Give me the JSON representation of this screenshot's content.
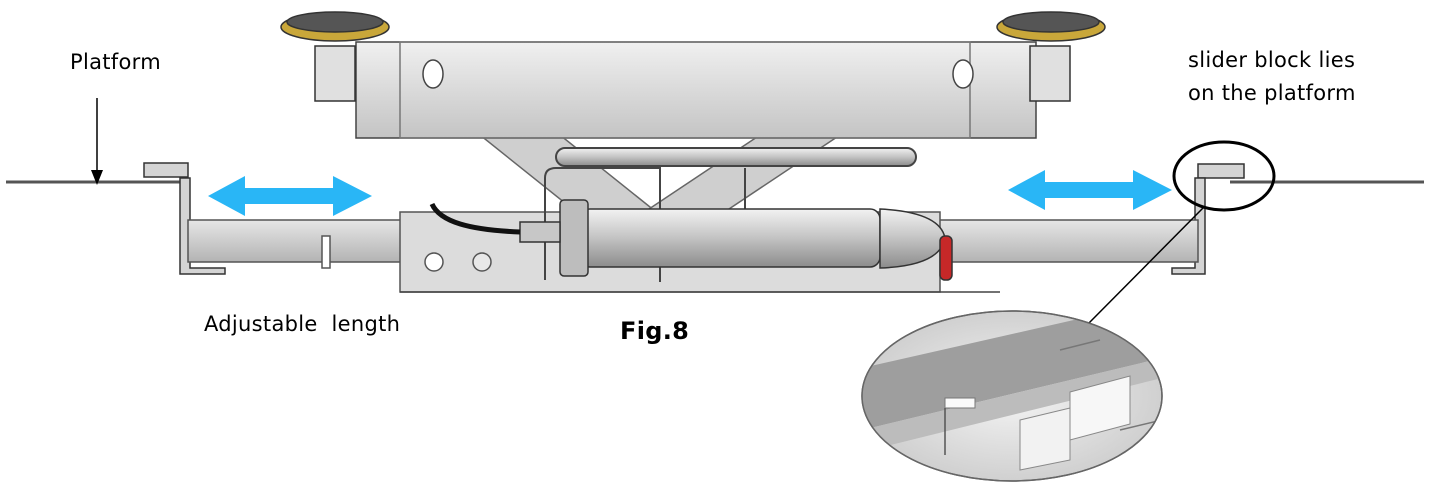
{
  "labels": {
    "platform": "Platform",
    "slider_line1": "slider block lies",
    "slider_line2": "on the platform",
    "adjustable": "Adjustable  length",
    "figure": "Fig.8"
  },
  "colors": {
    "arrow": "#29b6f6",
    "metal_light": "#d9d9d9",
    "metal_mid": "#bdbdbd",
    "metal_dark": "#8a8a8a",
    "outline": "#333333",
    "pad_gold": "#c9a73a",
    "cap_red": "#c62828"
  },
  "icons": [
    "double-headed-arrow",
    "down-arrow",
    "callout-circle"
  ]
}
